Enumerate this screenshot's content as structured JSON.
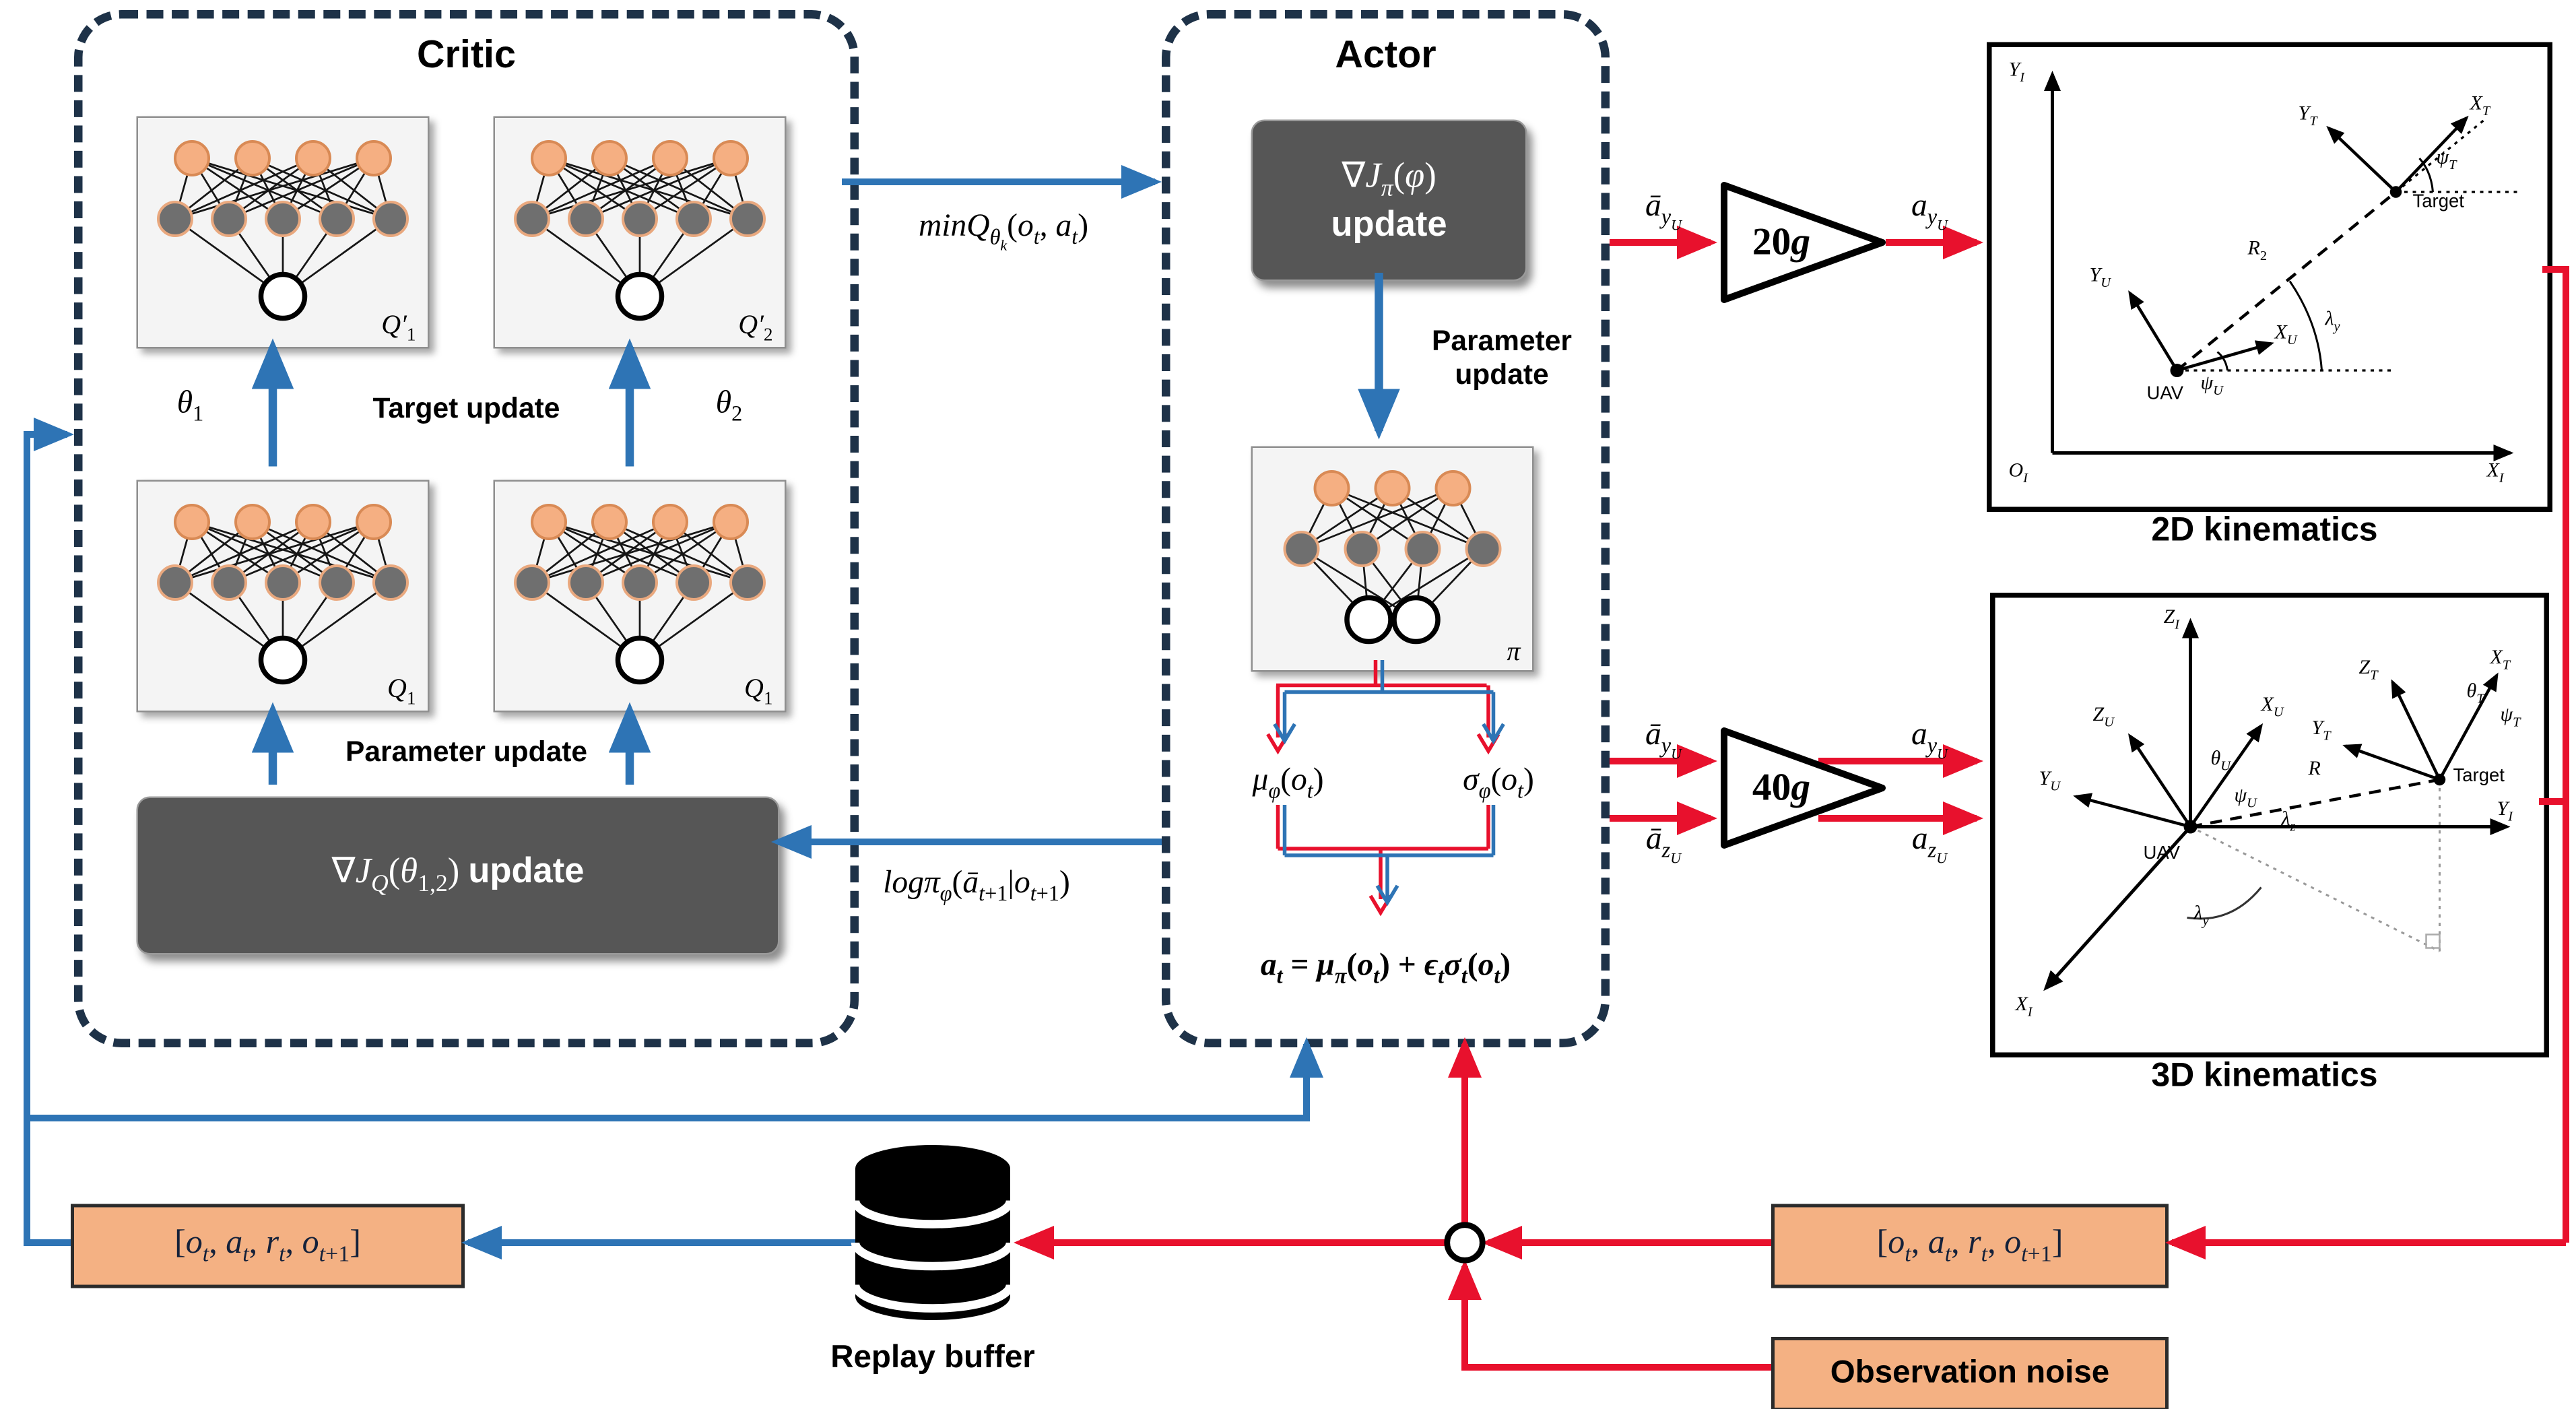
{
  "critic": {
    "title": "Critic",
    "target_update": "Target update",
    "parameter_update": "Parameter update",
    "theta1": "<i>θ</i><sub>1</sub>",
    "theta2": "<i>θ</i><sub>2</sub>",
    "q_target_1": "<i>Q′</i><sub>1</sub>",
    "q_target_2": "<i>Q′</i><sub>2</sub>",
    "q_main_1": "<i>Q</i><sub>1</sub>",
    "q_main_2": "<i>Q</i><sub>1</sub>",
    "grad_update": "∇<i>J<sub>Q</sub></i>(<i>θ</i><sub>1,2</sub>) <b>update</b>"
  },
  "actor": {
    "title": "Actor",
    "grad_update_line1": "∇<i>J<sub>π</sub></i>(<i>φ</i>)",
    "grad_update_line2": "update",
    "parameter_update": "Parameter update",
    "pi": "<i>π</i>",
    "mu": "<i>μ<sub>φ</sub></i>(<i>o<sub>t</sub></i>)",
    "sigma": "<i>σ<sub>φ</sub></i>(<i>o<sub>t</sub></i>)",
    "action_equation": "<b><i>a<sub>t</sub></i> = <i>μ<sub>π</sub></i>(<i>o<sub>t</sub></i>) + <i>ϵ<sub>t</sub></i><i>σ<sub>t</sub></i>(<i>o<sub>t</ssub></i>)</b>"
  },
  "flows": {
    "min_q": "<i>minQ</i><sub><i>θ<sub>k</sub></i></sub>(<i>o<sub>t</sub></i>, <i>a<sub>t</sub></i>)",
    "log_pi": "<i>logπ<sub>φ</sub></i>(<i>ā</i><sub><i>t</i>+1</sub>|<i>o</i><sub><i>t</i>+1</sub>)"
  },
  "amplifiers": {
    "gain_20": "<b>20</b><b><i>g</i></b>",
    "gain_40": "<b>40</b><b><i>g</i></b>",
    "in_20": "<i>ā</i><sub><i>y<sub>U</sub></i></sub>",
    "out_20": "<i>a</i><sub><i>y<sub>U</sub></i></sub>",
    "in_40_top": "<i>ā</i><sub><i>y<sub>U</sub></i></sub>",
    "in_40_bottom": "<i>ā</i><sub><i>z<sub>U</sub></i></sub>",
    "out_40_top": "<i>a</i><sub><i>y<sub>U</sub></i></sub>",
    "out_40_bottom": "<i>a</i><sub><i>z<sub>U</sub></i></sub>"
  },
  "kin2d": {
    "caption": "2D kinematics",
    "yi": "<i>Y<sub>I</sub></i>",
    "xi": "<i>X<sub>I</sub></i>",
    "oi": "<i>O<sub>I</sub></i>",
    "yu": "<i>Y<sub>U</sub></i>",
    "xu": "<i>X<sub>U</sub></i>",
    "psi_u": "<i>ψ<sub>U</sub></i>",
    "uav": "UAV",
    "r2": "<i>R</i><sub>2</sub>",
    "lambda_y": "<i>λ<sub>y</sub></i>",
    "target": "Target",
    "xt": "<i>X<sub>T</sub></i>",
    "yt": "<i>Y<sub>T</sub></i>",
    "psi_t": "<i>ψ<sub>T</sub></i>"
  },
  "kin3d": {
    "caption": "3D kinematics",
    "zi": "<i>Z<sub>I</sub></i>",
    "yi": "<i>Y<sub>I</sub></i>",
    "xi": "<i>X<sub>I</sub></i>",
    "zu": "<i>Z<sub>U</sub></i>",
    "xu": "<i>X<sub>U</sub></i>",
    "yu": "<i>Y<sub>U</sub></i>",
    "zt": "<i>Z<sub>T</sub></i>",
    "xt": "<i>X<sub>T</sub></i>",
    "yt": "<i>Y<sub>T</sub></i>",
    "theta_u": "<i>θ<sub>U</sub></i>",
    "psi_u": "<i>ψ<sub>U</sub></i>",
    "theta_t": "<i>θ<sub>T</sub></i>",
    "psi_t": "<i>ψ<sub>T</sub></i>",
    "lambda_z": "<i>λ<sub>z</sub></i>",
    "lambda_y": "<i>λ<sub>y</sub></i>",
    "r": "<i>R</i>",
    "uav": "UAV",
    "target": "Target"
  },
  "bottom": {
    "replay_buffer": "Replay buffer",
    "transition_left": "[<i>o<sub>t</sub></i>, <i>a<sub>t</sub></i>, <i>r<sub>t</sub></i>, <i>o</i><sub><i>t</i>+1</sub>]",
    "transition_right": "[<i>o<sub>t</sub></i>, <i>a<sub>t</sub></i>, <i>r<sub>t</sub></i>, <i>o</i><sub><i>t</i>+1</sub>]",
    "observation_noise": "Observation noise"
  },
  "networks": {
    "critic": {
      "layers": [
        {
          "count": 4,
          "type": "input"
        },
        {
          "count": 5,
          "type": "hidden"
        },
        {
          "count": 1,
          "type": "output"
        }
      ]
    },
    "actor": {
      "layers": [
        {
          "count": 3,
          "type": "input"
        },
        {
          "count": 4,
          "type": "hidden"
        },
        {
          "count": 2,
          "type": "output"
        }
      ]
    }
  },
  "colors": {
    "blue": "#2E74B5",
    "red": "#E8112D",
    "orange": "#F4B183",
    "dark_box": "#565656",
    "dashed_border": "#1E3248"
  }
}
